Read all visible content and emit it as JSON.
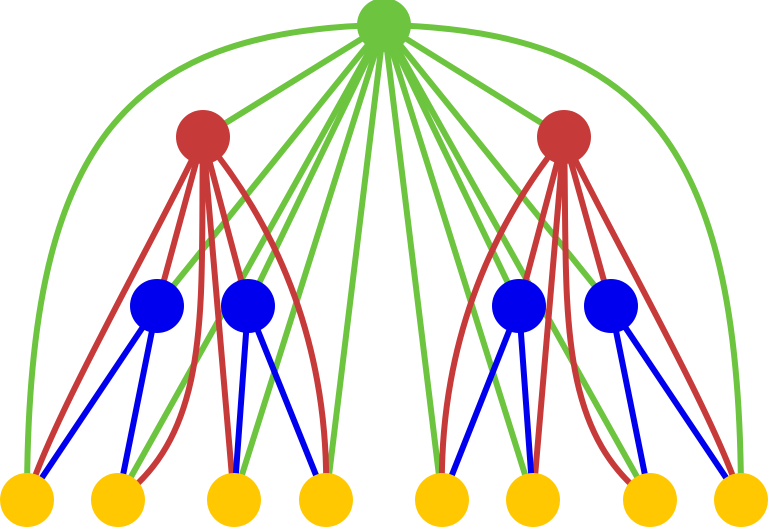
{
  "diagram": {
    "type": "hierarchical-graph",
    "colors": {
      "root": "#6cc43f",
      "level1": "#c73a3a",
      "level2": "#0000ee",
      "leaf": "#ffc800",
      "root_edges": "#6cc43f",
      "level1_edges": "#c73a3a",
      "level2_edges": "#0000ee",
      "background": "#ffffff"
    },
    "node_groups": {
      "root": [
        "root"
      ],
      "level1": [
        "red-left",
        "red-right"
      ],
      "level2": [
        "blue-1",
        "blue-2",
        "blue-3",
        "blue-4"
      ],
      "leaf": [
        "leaf-1",
        "leaf-2",
        "leaf-3",
        "leaf-4",
        "leaf-5",
        "leaf-6",
        "leaf-7",
        "leaf-8"
      ]
    },
    "edges": {
      "root_edges": [
        [
          "root",
          "leaf-1"
        ],
        [
          "root",
          "leaf-2"
        ],
        [
          "root",
          "leaf-3"
        ],
        [
          "root",
          "leaf-4"
        ],
        [
          "root",
          "leaf-5"
        ],
        [
          "root",
          "leaf-6"
        ],
        [
          "root",
          "leaf-7"
        ],
        [
          "root",
          "leaf-8"
        ],
        [
          "root",
          "red-left"
        ],
        [
          "root",
          "red-right"
        ],
        [
          "root",
          "blue-1"
        ],
        [
          "root",
          "blue-2"
        ],
        [
          "root",
          "blue-3"
        ],
        [
          "root",
          "blue-4"
        ]
      ],
      "level1_edges": [
        [
          "red-left",
          "blue-1"
        ],
        [
          "red-left",
          "blue-2"
        ],
        [
          "red-left",
          "leaf-1"
        ],
        [
          "red-left",
          "leaf-2"
        ],
        [
          "red-left",
          "leaf-3"
        ],
        [
          "red-left",
          "leaf-4"
        ],
        [
          "red-right",
          "blue-3"
        ],
        [
          "red-right",
          "blue-4"
        ],
        [
          "red-right",
          "leaf-5"
        ],
        [
          "red-right",
          "leaf-6"
        ],
        [
          "red-right",
          "leaf-7"
        ],
        [
          "red-right",
          "leaf-8"
        ]
      ],
      "level2_edges": [
        [
          "blue-1",
          "leaf-1"
        ],
        [
          "blue-1",
          "leaf-2"
        ],
        [
          "blue-2",
          "leaf-3"
        ],
        [
          "blue-2",
          "leaf-4"
        ],
        [
          "blue-3",
          "leaf-5"
        ],
        [
          "blue-3",
          "leaf-6"
        ],
        [
          "blue-4",
          "leaf-7"
        ],
        [
          "blue-4",
          "leaf-8"
        ]
      ]
    }
  }
}
